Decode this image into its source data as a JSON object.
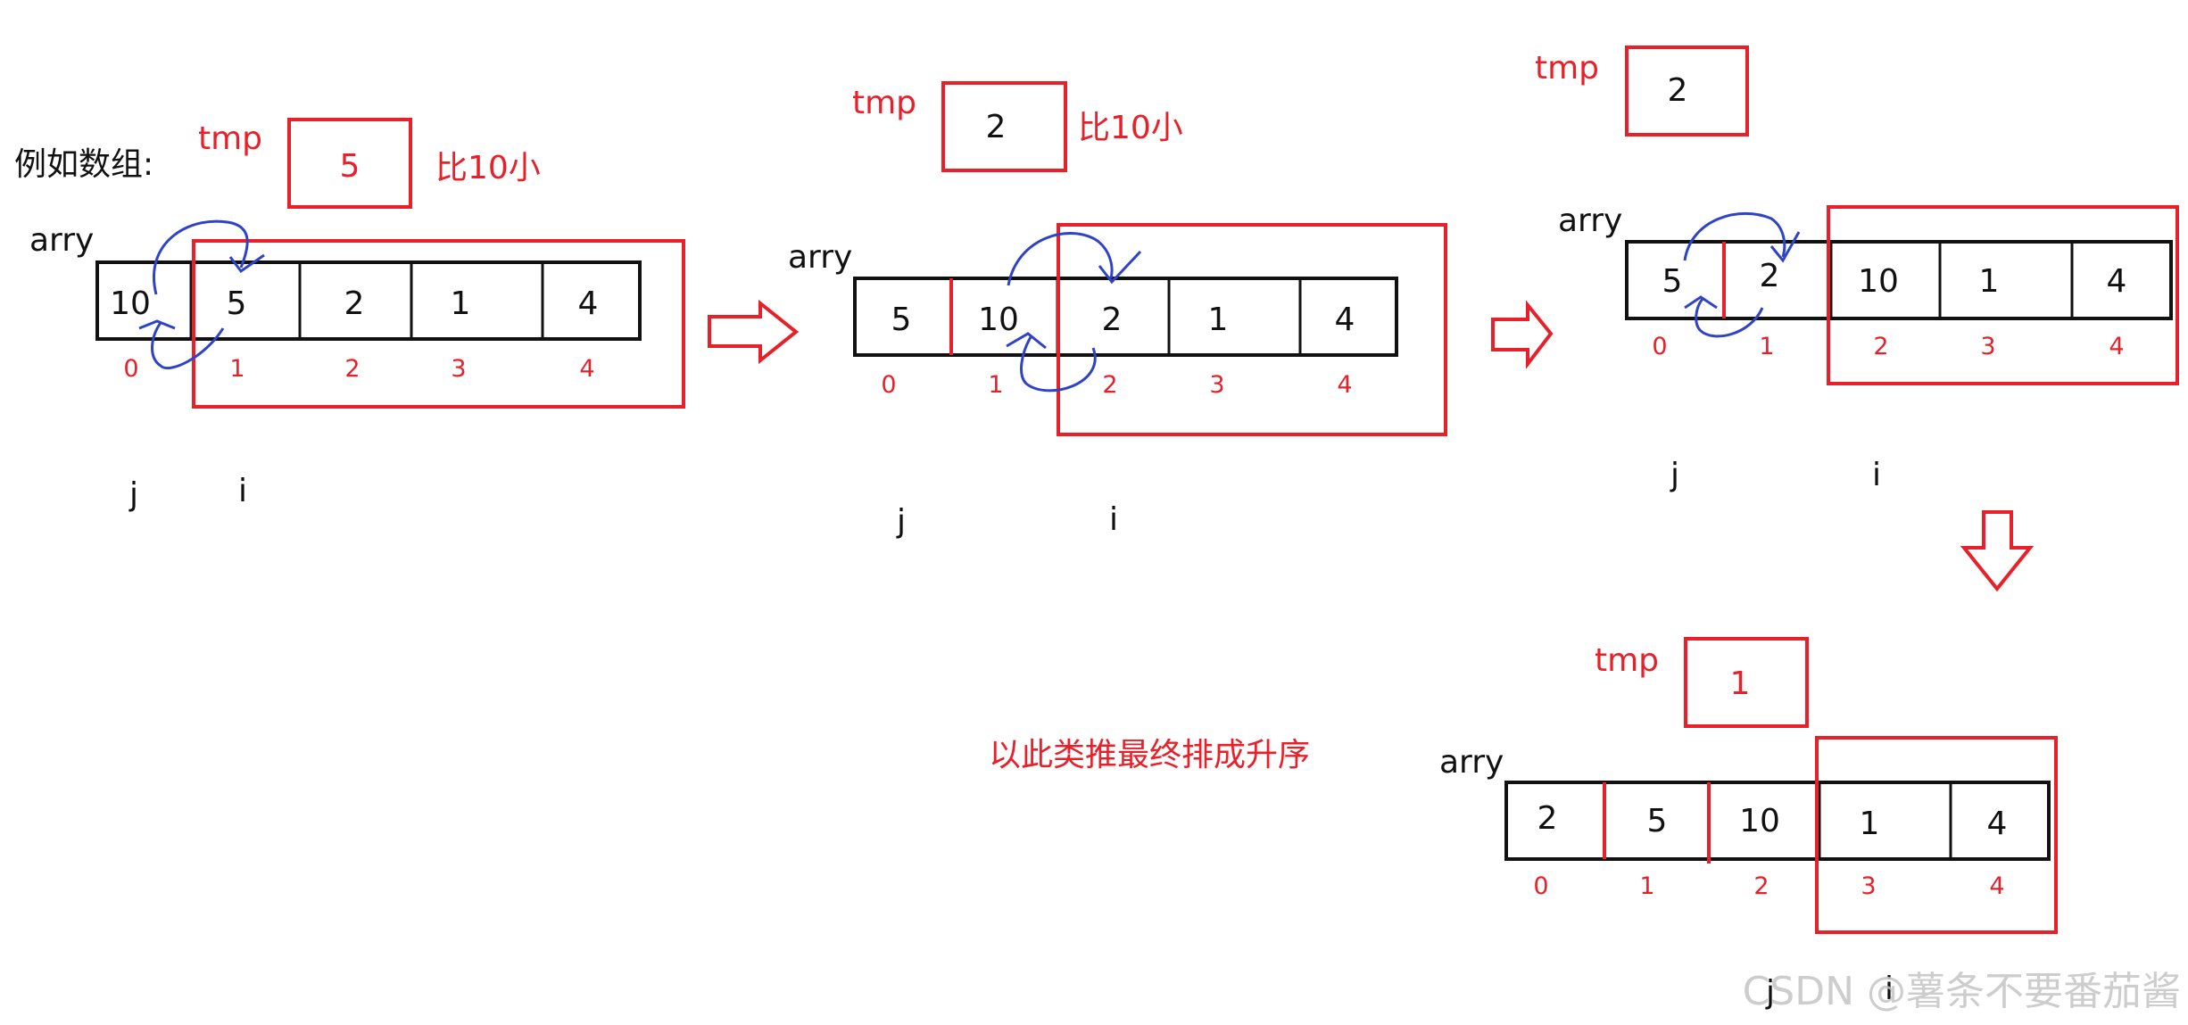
{
  "intro_label": "例如数组:",
  "summary_label": "以此类推最终排成升序",
  "watermark": "CSDN @薯条不要番茄酱",
  "colors": {
    "red": "#e8202a",
    "black": "#111111",
    "blue": "#2f43c8"
  },
  "steps": [
    {
      "tmp_label": "tmp",
      "tmp_value": "5",
      "note": "比10小",
      "array_label": "arry",
      "cells": [
        "10",
        "5",
        "2",
        "1",
        "4"
      ],
      "indices": [
        "0",
        "1",
        "2",
        "3",
        "4"
      ],
      "pointer_j": "j",
      "pointer_i": "i"
    },
    {
      "tmp_label": "tmp",
      "tmp_value": "2",
      "note": "比10小",
      "array_label": "arry",
      "cells": [
        "5",
        "10",
        "2",
        "1",
        "4"
      ],
      "indices": [
        "0",
        "1",
        "2",
        "3",
        "4"
      ],
      "pointer_j": "j",
      "pointer_i": "i"
    },
    {
      "tmp_label": "tmp",
      "tmp_value": "2",
      "note": "",
      "array_label": "arry",
      "cells": [
        "5",
        "2",
        "10",
        "1",
        "4"
      ],
      "indices": [
        "0",
        "1",
        "2",
        "3",
        "4"
      ],
      "pointer_j": "j",
      "pointer_i": "i"
    },
    {
      "tmp_label": "tmp",
      "tmp_value": "1",
      "note": "",
      "array_label": "arry",
      "cells": [
        "2",
        "5",
        "10",
        "1",
        "4"
      ],
      "indices": [
        "0",
        "1",
        "2",
        "3",
        "4"
      ],
      "pointer_j": "j",
      "pointer_i": "i"
    }
  ]
}
